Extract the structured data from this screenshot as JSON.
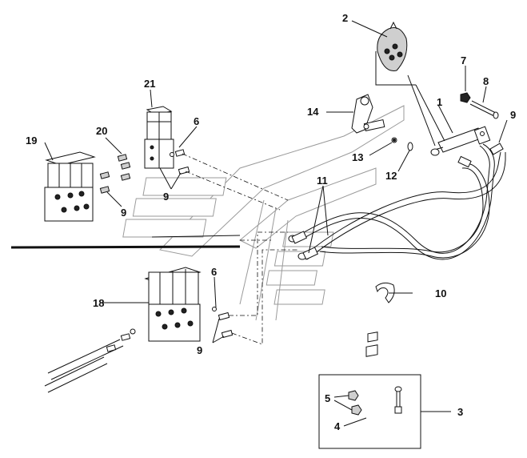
{
  "callouts": [
    {
      "id": "c1",
      "text": "1"
    },
    {
      "id": "c2",
      "text": "2"
    },
    {
      "id": "c3",
      "text": "3"
    },
    {
      "id": "c4",
      "text": "4"
    },
    {
      "id": "c5",
      "text": "5"
    },
    {
      "id": "c6a",
      "text": "6"
    },
    {
      "id": "c6b",
      "text": "6"
    },
    {
      "id": "c7",
      "text": "7"
    },
    {
      "id": "c8",
      "text": "8"
    },
    {
      "id": "c9a",
      "text": "9"
    },
    {
      "id": "c9b",
      "text": "9"
    },
    {
      "id": "c9c",
      "text": "9"
    },
    {
      "id": "c9d",
      "text": "9"
    },
    {
      "id": "c10",
      "text": "10"
    },
    {
      "id": "c11",
      "text": "11"
    },
    {
      "id": "c12",
      "text": "12"
    },
    {
      "id": "c13",
      "text": "13"
    },
    {
      "id": "c14",
      "text": "14"
    },
    {
      "id": "c18",
      "text": "18"
    },
    {
      "id": "c19",
      "text": "19"
    },
    {
      "id": "c20",
      "text": "20"
    },
    {
      "id": "c21",
      "text": "21"
    }
  ]
}
